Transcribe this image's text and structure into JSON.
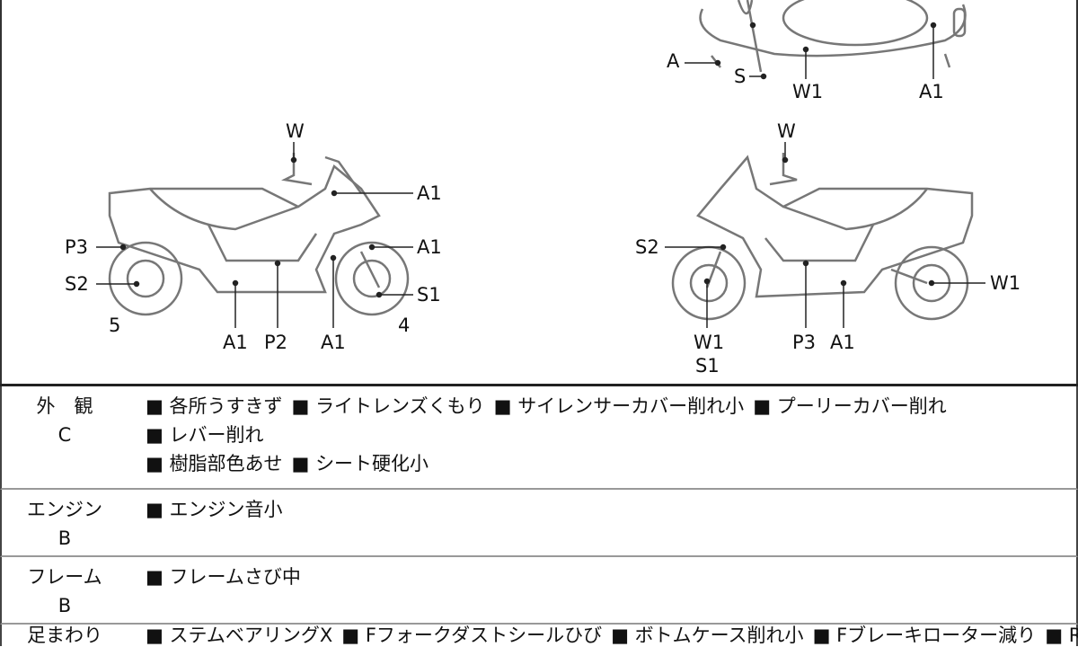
{
  "diagram": {
    "top_view_labels": [
      "A",
      "S",
      "W1",
      "A1"
    ],
    "left_view_labels": {
      "top": "W",
      "a1_upper": "A1",
      "a1_mid": "A1",
      "s1": "S1",
      "p3": "P3",
      "s2": "S2",
      "num_rear": "5",
      "num_front": "4",
      "bottom_a1_left": "A1",
      "bottom_p2": "P2",
      "bottom_a1_right": "A1"
    },
    "right_view_labels": {
      "top": "W",
      "s2": "S2",
      "w1_right": "W1",
      "bottom_w1": "W1",
      "bottom_s1": "S1",
      "bottom_p3": "P3",
      "bottom_a1": "A1"
    }
  },
  "rows": [
    {
      "category": "外　観",
      "grade": "C",
      "items": [
        "各所うすきず",
        "ライトレンズくもり",
        "サイレンサーカバー削れ小",
        "プーリーカバー削れ",
        "レバー削れ",
        "樹脂部色あせ",
        "シート硬化小"
      ]
    },
    {
      "category": "エンジン",
      "grade": "B",
      "items": [
        "エンジン音小"
      ]
    },
    {
      "category": "フレーム",
      "grade": "B",
      "items": [
        "フレームさび中"
      ]
    },
    {
      "category": "足まわり",
      "grade": "",
      "items": [
        "ステムベアリングX",
        "Fフォークダストシールひび",
        "ボトムケース削れ小",
        "Fブレーキローター減り",
        "R"
      ]
    }
  ]
}
